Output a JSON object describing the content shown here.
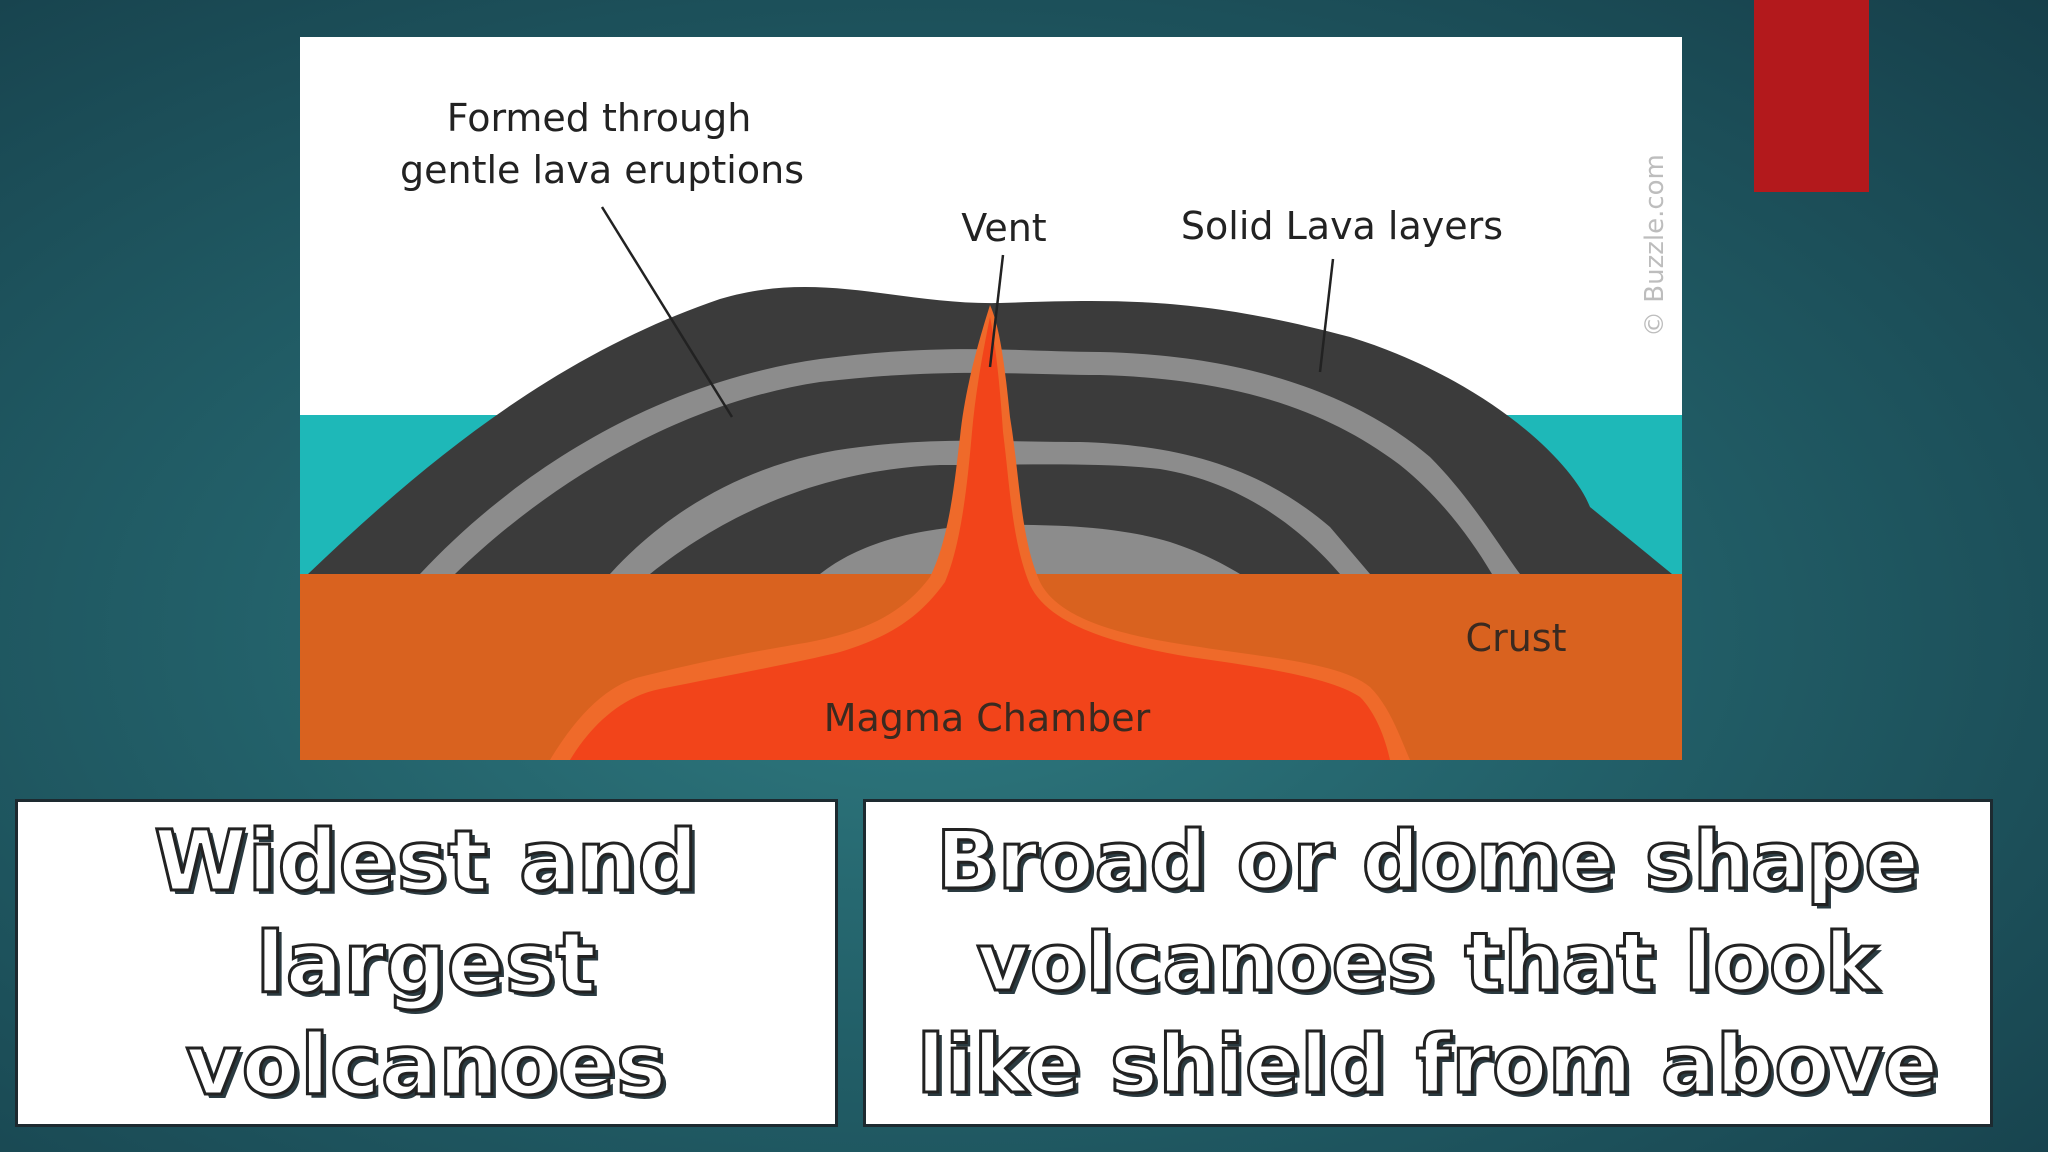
{
  "diagram": {
    "labels": {
      "formed_line1": "Formed through",
      "formed_line2": "gentle lava eruptions",
      "vent": "Vent",
      "solid_lava": "Solid Lava layers",
      "crust": "Crust",
      "magma_chamber": "Magma Chamber"
    },
    "watermark": "© Buzzle.com",
    "colors": {
      "sky": "#ffffff",
      "sea": "#1eb8b8",
      "rock_dark": "#3b3b3b",
      "rock_light": "#8c8c8c",
      "crust": "#d9621f",
      "magma": "#f2441a"
    }
  },
  "captions": {
    "left": "Widest and\nlargest\nvolcanoes",
    "right": "Broad or dome shape\nvolcanoes that look\nlike shield from above"
  },
  "accent_color": "#b3191c"
}
